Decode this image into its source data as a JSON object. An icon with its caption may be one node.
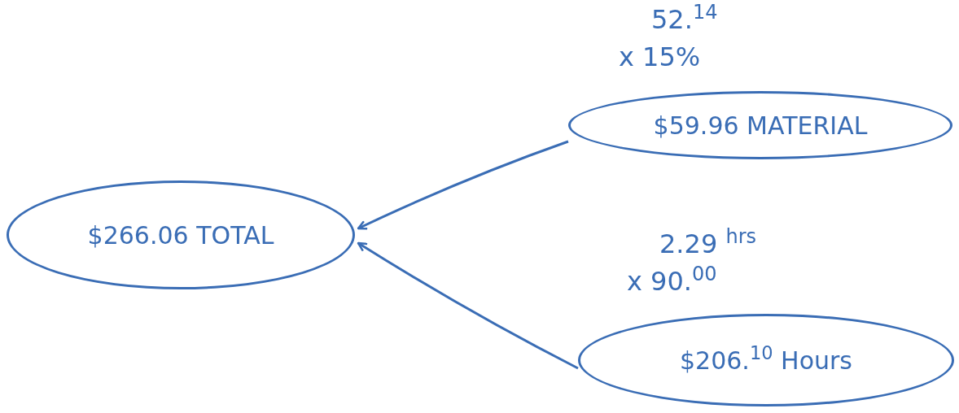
{
  "diagram": {
    "nodes": [
      {
        "text": [
          "$266.06 TOTAL"
        ]
      },
      {
        "text": [
          "$59.96 MATERIAL"
        ],
        "beside": [
          "52.$^{14}$",
          "x 15%"
        ]
      },
      {
        "text": [
          "$206.$^{10}$ Hours"
        ],
        "beside": [
          "2.29 $^{hrs}$",
          "x 90.$^{00}$"
        ]
      }
    ],
    "edges": [
      {
        "from": 1,
        "to": 0,
        "arrow": "to"
      },
      {
        "from": 2,
        "to": 0,
        "arrow": "to"
      }
    ]
  }
}
